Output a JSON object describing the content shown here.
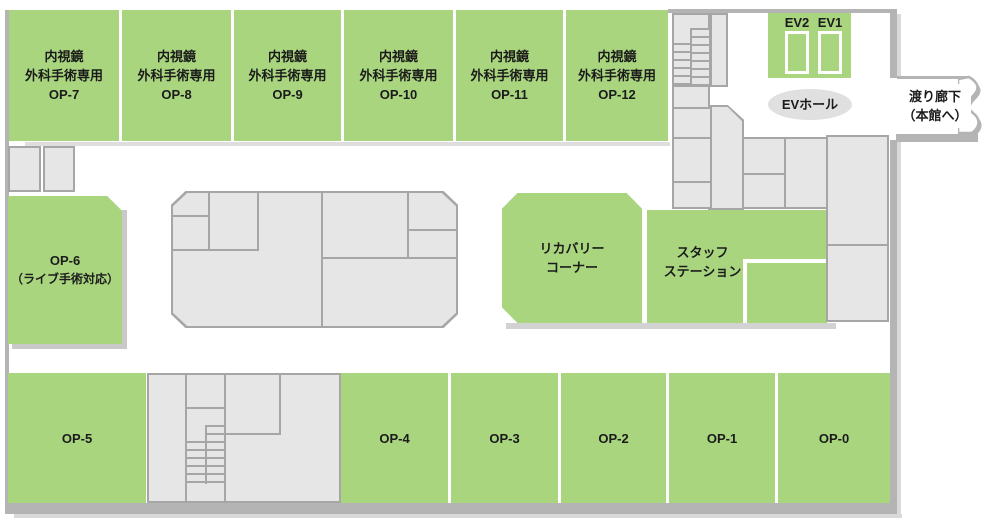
{
  "colors": {
    "room_green": "#a9d57f",
    "gray_room_fill": "#e6e6e6",
    "gray_room_border": "#a6a6a6",
    "wall_gray": "#b4b4b4",
    "hall_ellipse_gray": "#e0e0e0"
  },
  "top_row": [
    {
      "l1": "内視鏡",
      "l2": "外科手術専用",
      "l3": "OP-7"
    },
    {
      "l1": "内視鏡",
      "l2": "外科手術専用",
      "l3": "OP-8"
    },
    {
      "l1": "内視鏡",
      "l2": "外科手術専用",
      "l3": "OP-9"
    },
    {
      "l1": "内視鏡",
      "l2": "外科手術専用",
      "l3": "OP-10"
    },
    {
      "l1": "内視鏡",
      "l2": "外科手術専用",
      "l3": "OP-11"
    },
    {
      "l1": "内視鏡",
      "l2": "外科手術専用",
      "l3": "OP-12"
    }
  ],
  "op6": {
    "l1": "OP-6",
    "l2": "（ライブ手術対応）"
  },
  "recovery": {
    "l1": "リカバリー",
    "l2": "コーナー"
  },
  "staff": {
    "l1": "スタッフ",
    "l2": "ステーション"
  },
  "elevators": {
    "ev2": "EV2",
    "ev1": "EV1",
    "hall": "EVホール"
  },
  "walkway": {
    "l1": "渡り廊下",
    "l2": "（本館へ）"
  },
  "bottom_row": [
    "OP-5",
    "OP-4",
    "OP-3",
    "OP-2",
    "OP-1",
    "OP-0"
  ]
}
